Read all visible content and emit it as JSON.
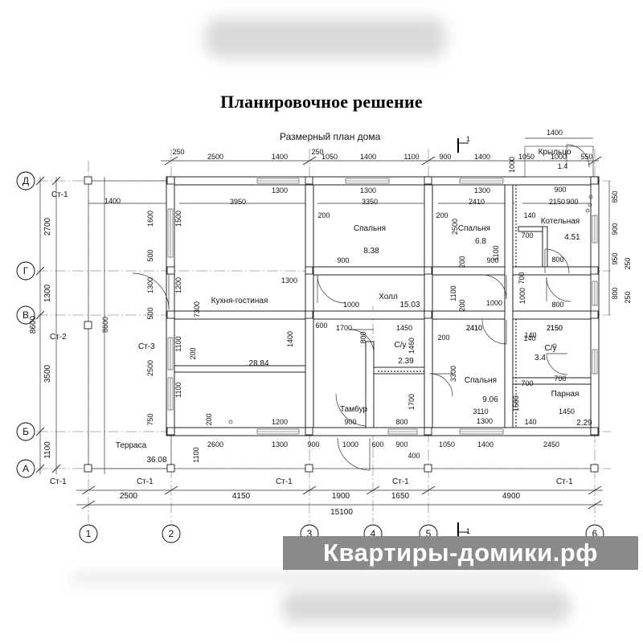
{
  "title": "Планировочное решение",
  "subtitle": "Размерный план дома",
  "section_mark": "1",
  "watermark": "Квартиры-домики.рф",
  "grid_rows": [
    "Д",
    "Г",
    "В",
    "Б",
    "А"
  ],
  "grid_cols": [
    "1",
    "2",
    "3",
    "4",
    "5",
    "6"
  ],
  "columns": [
    "Ст-1",
    "Ст-1",
    "Ст-2",
    "Ст-3",
    "Ст-1",
    "Ст-1",
    "Ст-1",
    "Ст-1",
    "Ст-1"
  ],
  "rooms": [
    {
      "name": "Спальня",
      "area": "8.38"
    },
    {
      "name": "Спальня",
      "area": "6.8"
    },
    {
      "name": "Котельная",
      "area": "4.51"
    },
    {
      "name": "Кухня-гостиная",
      "area": "28.84"
    },
    {
      "name": "Холл",
      "area": "15.03"
    },
    {
      "name": "С/у",
      "area": "2.39"
    },
    {
      "name": "С/у",
      "area": "3.4"
    },
    {
      "name": "Спальня",
      "area": "9.06"
    },
    {
      "name": "Парная",
      "area": "2.29"
    },
    {
      "name": "Тамбур",
      "area": ""
    },
    {
      "name": "Терраса",
      "area": "36.08"
    },
    {
      "name": "Крыльцо",
      "area": ""
    }
  ],
  "dims_top": [
    "250",
    "2500",
    "1400",
    "250",
    "1050",
    "1400",
    "1100",
    "900",
    "1400",
    "1000",
    "1050",
    "1000",
    "550",
    "1400"
  ],
  "dims_bottom": [
    "2500",
    "4150",
    "1900",
    "1650",
    "4900"
  ],
  "dim_total": "15100",
  "dims_left_outer": [
    "2700",
    "1300",
    "3500",
    "1100"
  ],
  "dim_left_total": "8600",
  "dims_right": [
    "850",
    "900",
    "950",
    "250",
    "250",
    "800"
  ],
  "dims_inner": [
    "1300",
    "1300",
    "1300",
    "2410",
    "900",
    "2150",
    "2500",
    "3950",
    "3350",
    "2410",
    "2150",
    "200",
    "200",
    "140",
    "700",
    "800",
    "1600",
    "1500",
    "500",
    "1300",
    "1200",
    "500",
    "7300",
    "8600",
    "1100",
    "2500",
    "1100",
    "750",
    "200",
    "1300",
    "900",
    "1000",
    "1700",
    "1450",
    "2410",
    "2150",
    "800",
    "140",
    "1460",
    "600",
    "1400",
    "200",
    "3300",
    "1700",
    "700",
    "1450",
    "3110",
    "1300",
    "1580",
    "140",
    "200",
    "1200",
    "900",
    "800",
    "2600",
    "1300",
    "900",
    "1000",
    "600",
    "900",
    "1050",
    "1400",
    "2450",
    "400",
    "1100",
    "1400",
    "900",
    "800",
    "1100",
    "1000",
    "700",
    "900",
    "1100",
    "200",
    "200",
    "140",
    "1.4",
    "700",
    "1000"
  ]
}
